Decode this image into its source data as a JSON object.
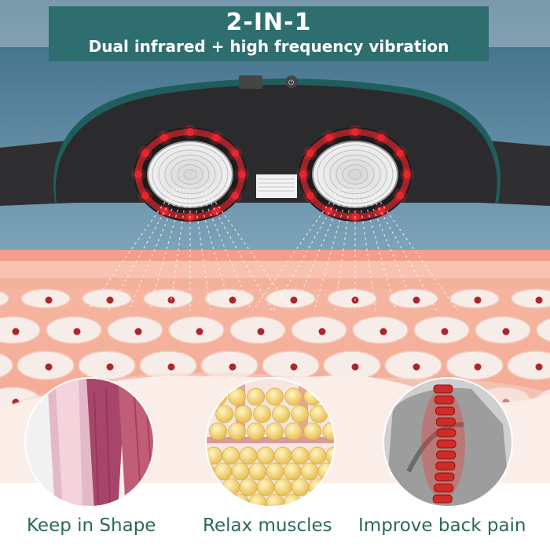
{
  "banner": {
    "headline": "2-IN-1",
    "subline": "Dual infrared + high frequency vibration"
  },
  "features": [
    {
      "label": "Keep in Shape",
      "icon": "abdominal-muscle-icon"
    },
    {
      "label": "Relax muscles",
      "icon": "fat-cells-icon"
    },
    {
      "label": "Improve back pain",
      "icon": "spine-icon"
    }
  ],
  "device": {
    "label_text": "ON/OFF",
    "ports": [
      "usb-port-icon",
      "power-button-icon"
    ],
    "emitters": 2
  },
  "colors": {
    "banner_bg": "#2e6e6f",
    "caption_text": "#2a6b52",
    "device_body": "#2b2b2d",
    "led_red": "#e8262e",
    "skin_pink": "#f2a98f",
    "cell_fill": "#f7ede8",
    "cell_nucleus": "#b0242c",
    "backdrop": "#4f7c95"
  }
}
